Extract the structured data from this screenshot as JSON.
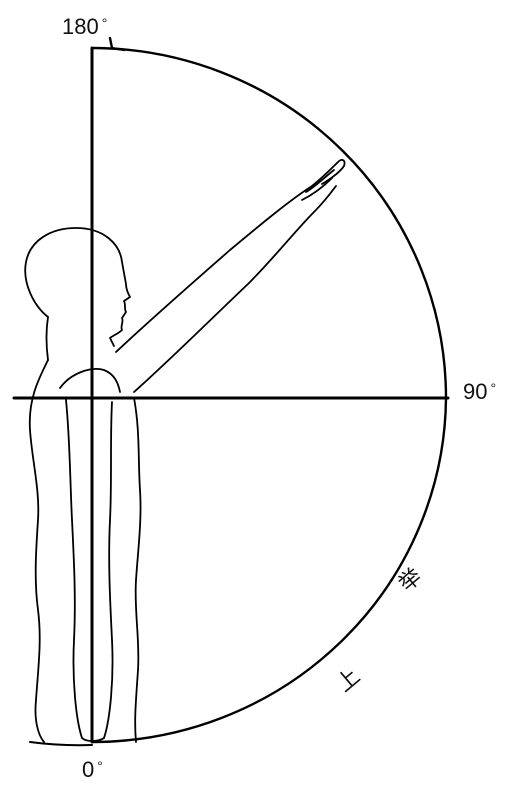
{
  "labels": {
    "angle_180": "180",
    "angle_90": "90",
    "angle_0": "0",
    "degree_symbol": "°"
  },
  "motion_labels": {
    "upper": "举",
    "lower": "上"
  },
  "colors": {
    "line": "#000000",
    "background": "#ffffff"
  }
}
